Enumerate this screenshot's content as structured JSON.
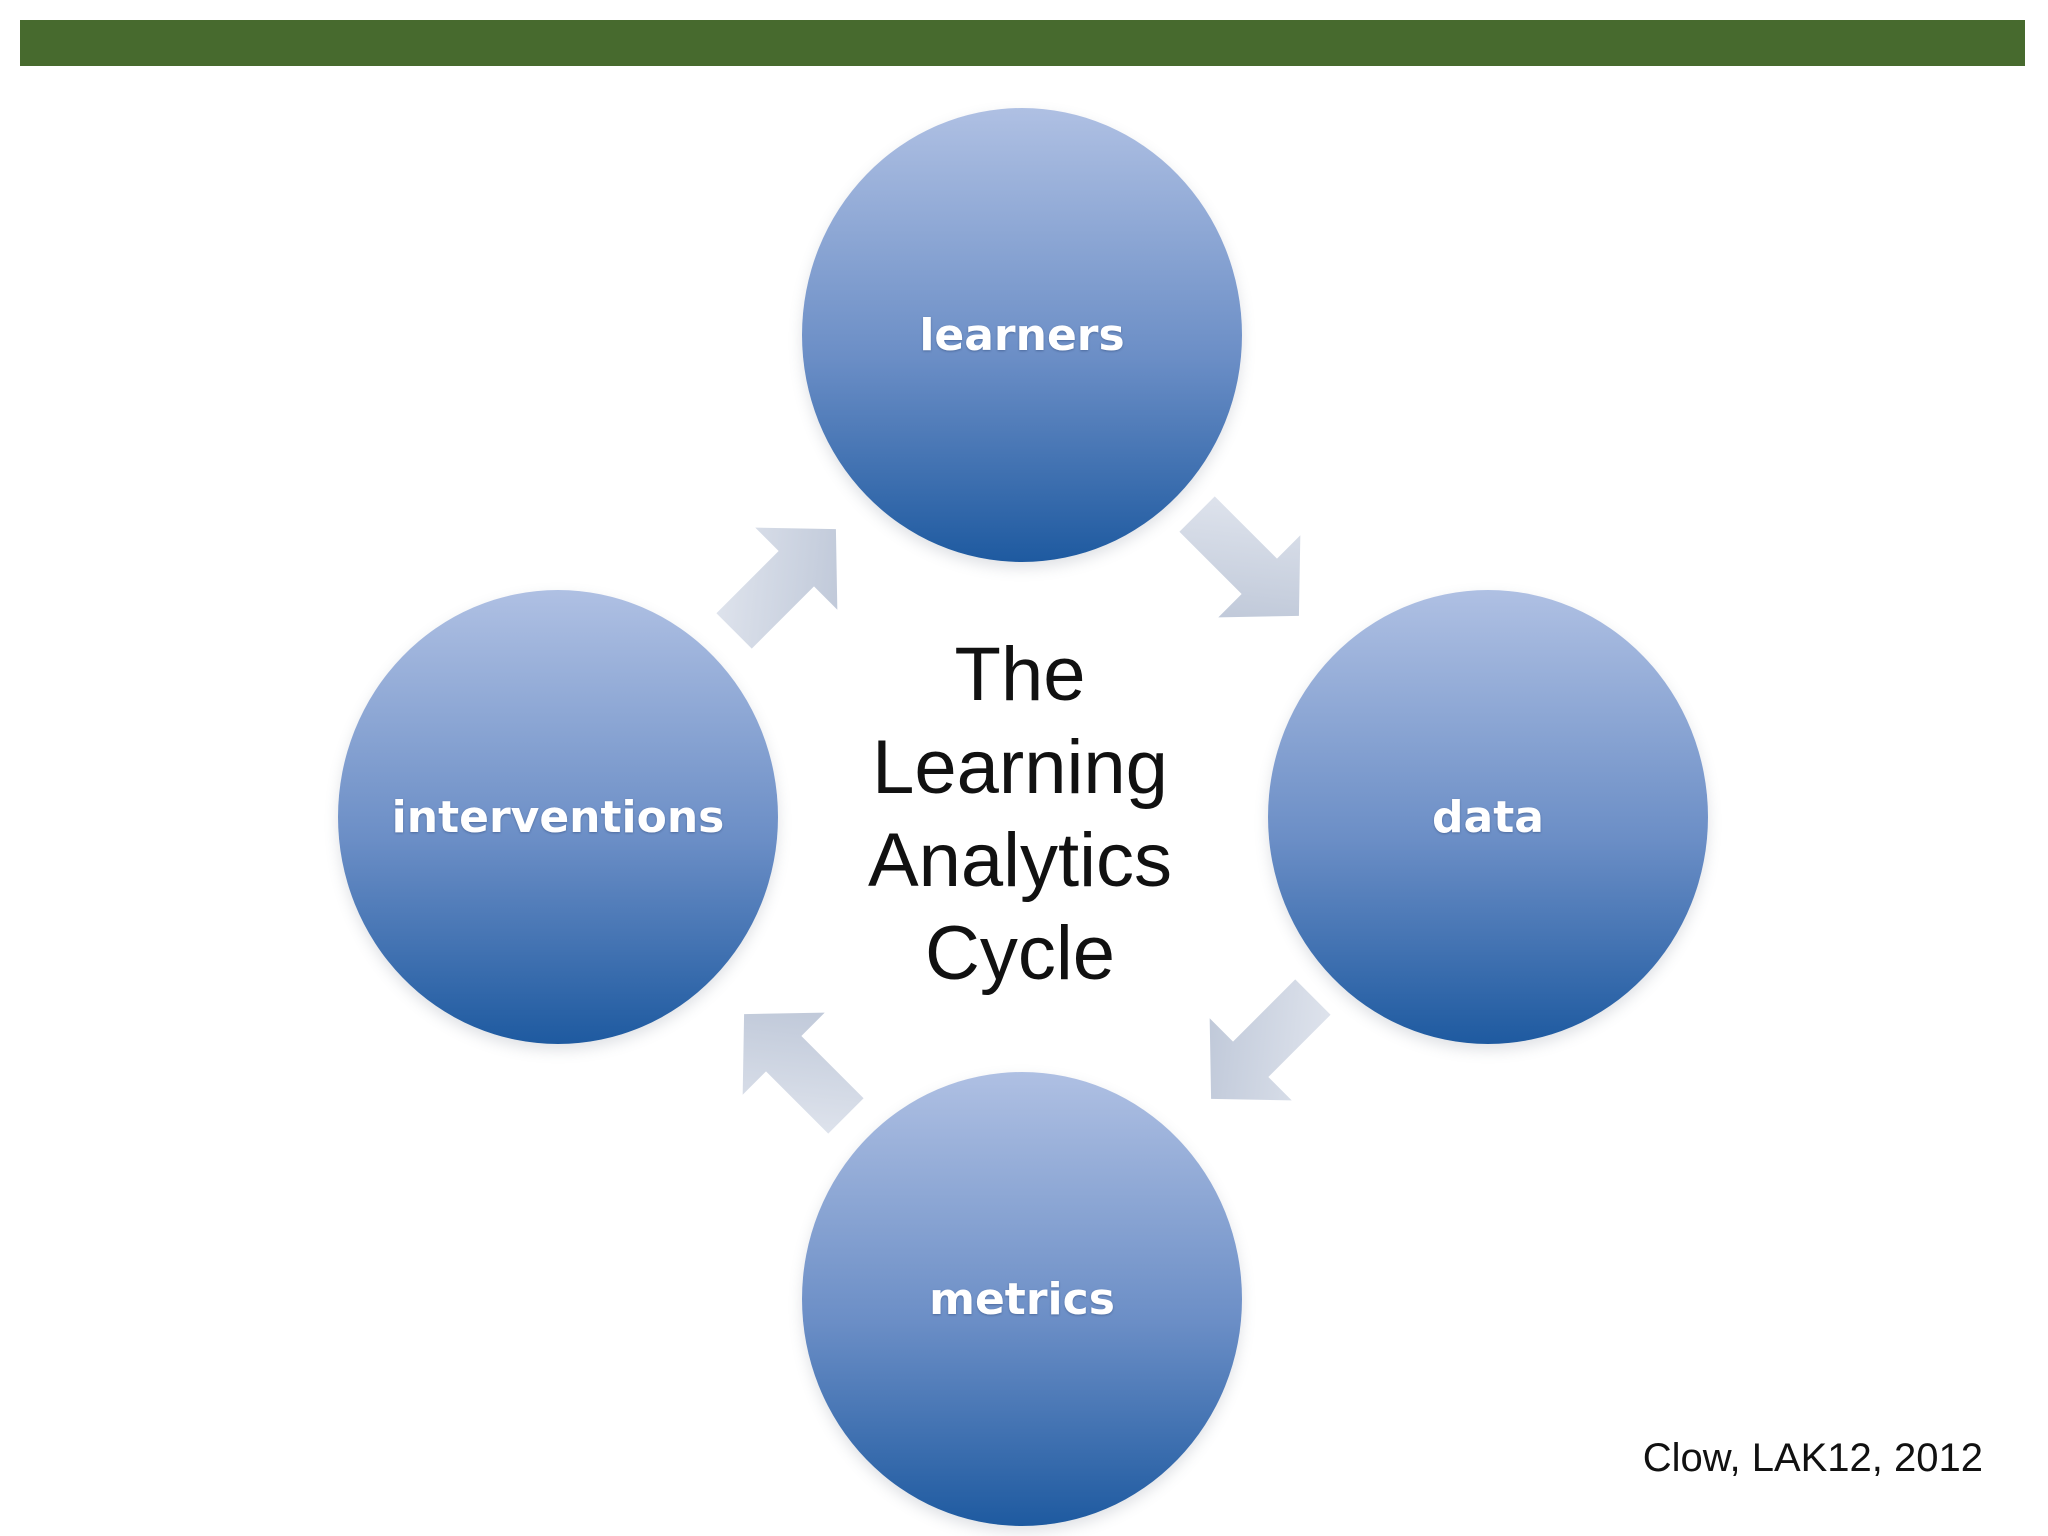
{
  "header": {
    "bar_color": "#476a2e"
  },
  "diagram": {
    "center_title": [
      "The",
      "Learning",
      "Analytics",
      "Cycle"
    ],
    "nodes": [
      {
        "label": "learners"
      },
      {
        "label": "data"
      },
      {
        "label": "metrics"
      },
      {
        "label": "interventions"
      }
    ],
    "node_gradient": {
      "top": "#afc0e3",
      "middle": "#6b8ec6",
      "bottom": "#1e5aa0"
    },
    "arrow_color": "#ccd4e3",
    "arrow_direction": "clockwise"
  },
  "footer": {
    "citation": "Clow, LAK12, 2012"
  }
}
